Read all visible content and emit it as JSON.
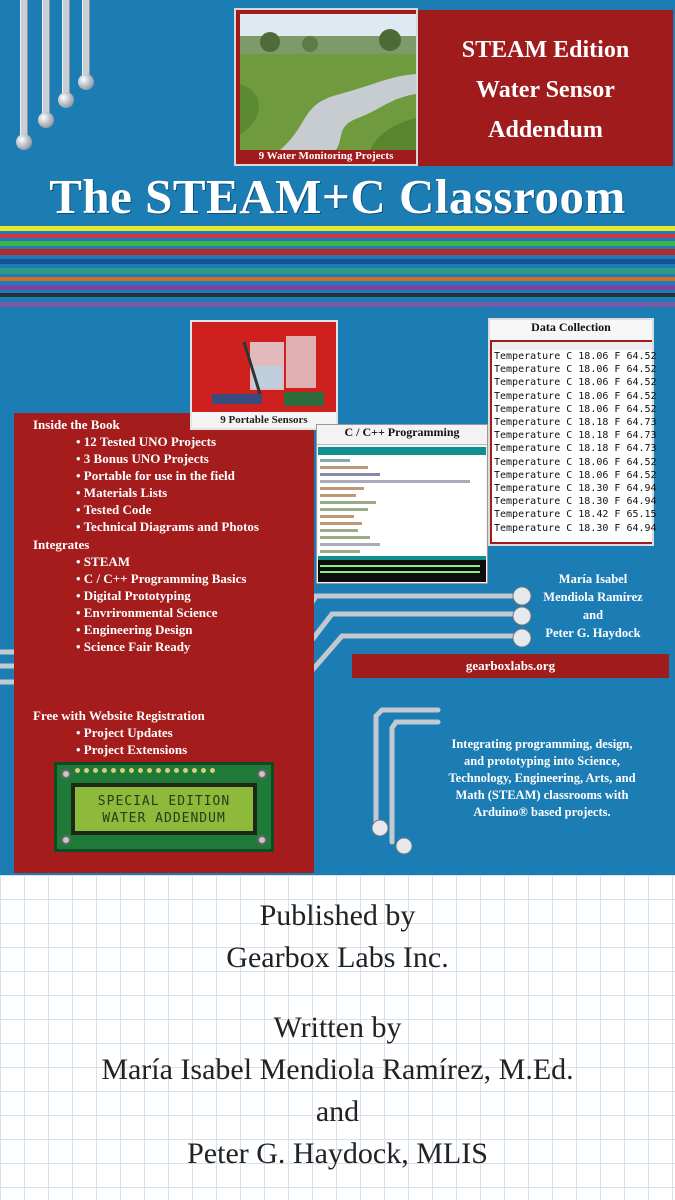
{
  "photo_card": {
    "caption": "9 Water Monitoring Projects"
  },
  "edition": {
    "line1": "STEAM Edition",
    "line2": "Water Sensor",
    "line3": "Addendum"
  },
  "main_title": "The STEAM+C Classroom",
  "sensors_card": {
    "caption": "9 Portable Sensors"
  },
  "programming_card": {
    "title": "C / C++ Programming"
  },
  "data_card": {
    "title": "Data Collection",
    "rows": [
      "Temperature C 18.06 F 64.52",
      "Temperature C 18.06 F 64.52",
      "Temperature C 18.06 F 64.52",
      "Temperature C 18.06 F 64.52",
      "Temperature C 18.06 F 64.52",
      "Temperature C 18.18 F 64.73",
      "Temperature C 18.18 F 64.73",
      "Temperature C 18.18 F 64.73",
      "Temperature C 18.06 F 64.52",
      "Temperature C 18.06 F 64.52",
      "Temperature C 18.30 F 64.94",
      "Temperature C 18.30 F 64.94",
      "Temperature C 18.42 F 65.15",
      "Temperature C 18.30 F 64.94"
    ]
  },
  "inside_book": {
    "heading": "Inside the Book",
    "items": [
      "• 12 Tested UNO Projects",
      "• 3 Bonus UNO Projects",
      "• Portable for use in the field",
      "• Materials Lists",
      "• Tested Code",
      "• Technical Diagrams and Photos"
    ],
    "integrates_heading": "Integrates",
    "integrates": [
      "• STEAM",
      "• C / C++ Programming Basics",
      "• Digital Prototyping",
      "• Envrironmental Science",
      "• Engineering Design",
      "• Science Fair Ready"
    ],
    "free_heading": "Free with Website Registration",
    "free_items": [
      "• Project Updates",
      "• Project Extensions"
    ]
  },
  "lcd": {
    "line1": "SPECIAL EDITION",
    "line2": "WATER ADDENDUM"
  },
  "authors_box": {
    "line1": "María Isabel",
    "line2": "Mendiola Ramírez",
    "line3": "and",
    "line4": "Peter G. Haydock"
  },
  "website": "gearboxlabs.org",
  "intro": {
    "line1": "Integrating programming, design,",
    "line2": "and prototyping into Science,",
    "line3": "Technology, Engineering, Arts, and",
    "line4": "Math (STEAM) classrooms with",
    "line5a": "Arduino",
    "line5b": "® based projects."
  },
  "credits": {
    "published_by": "Published by",
    "publisher": "Gearbox Labs Inc.",
    "written_by": "Written by",
    "author1": "María Isabel Mendiola Ramírez, M.Ed.",
    "and": "and",
    "author2": "Peter G. Haydock, MLIS"
  },
  "colors": {
    "cover_blue": "#1c7db5",
    "accent_red": "#a01b1b",
    "lcd_green": "#8dba3b"
  }
}
